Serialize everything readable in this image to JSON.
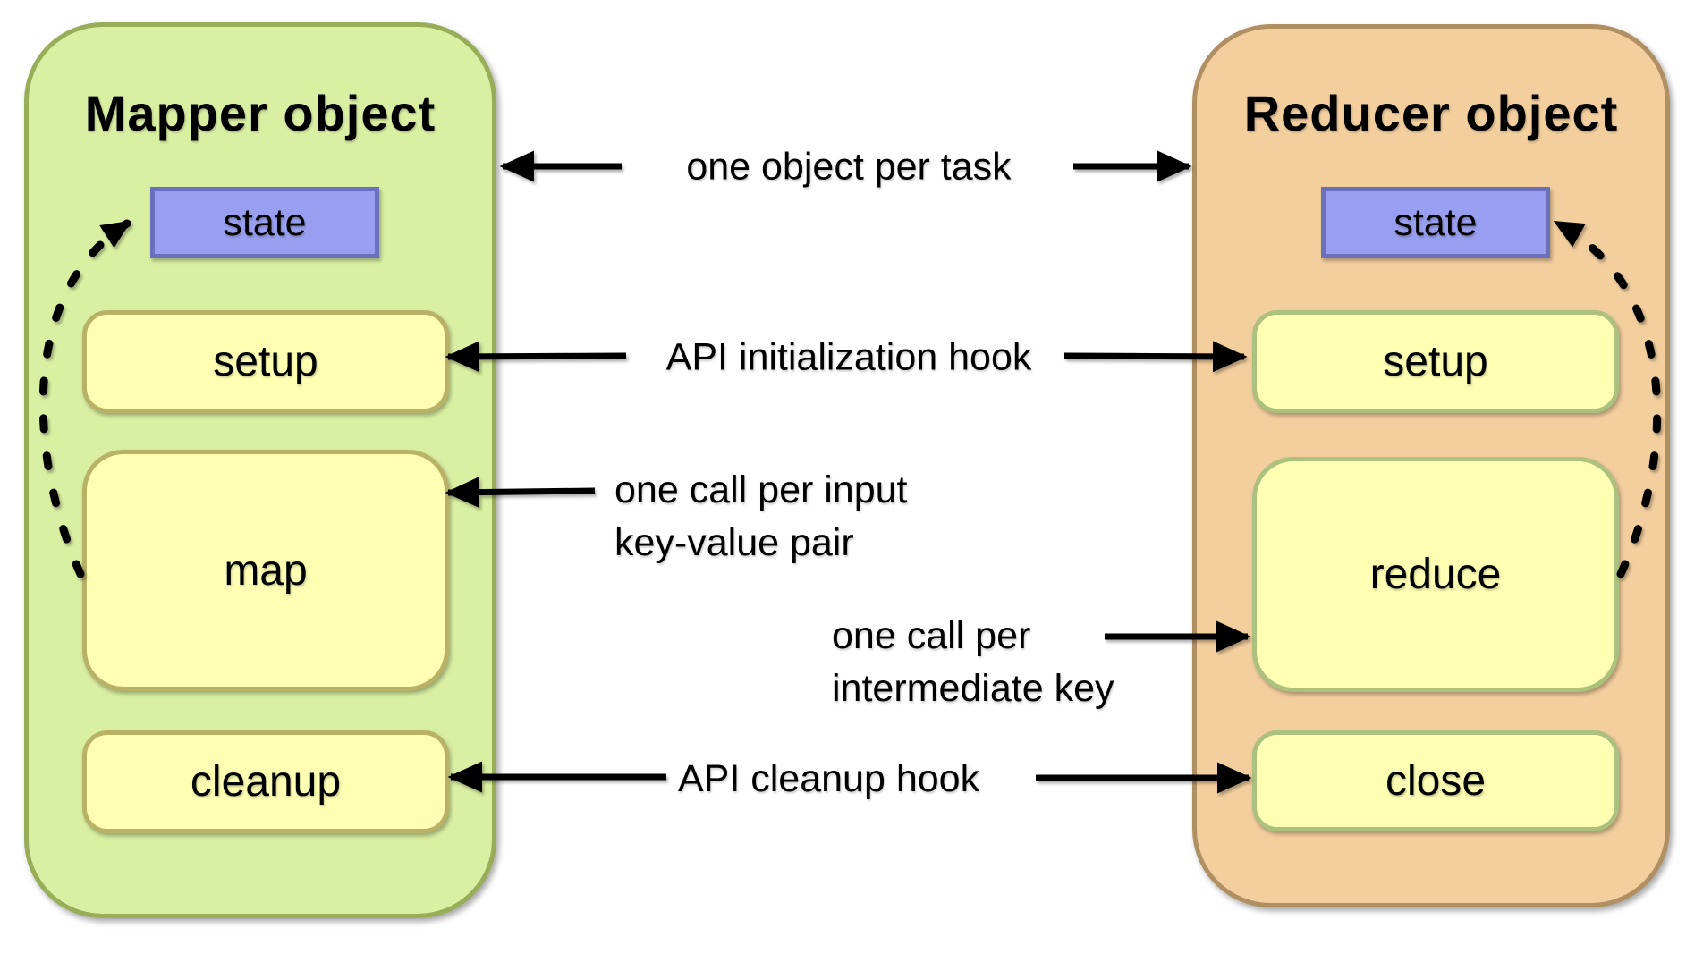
{
  "colors": {
    "background": "#ffffff",
    "mapper_fill": "#d9f0a3",
    "mapper_border": "#97ad58",
    "reducer_fill": "#f4cf9e",
    "reducer_border": "#b08f62",
    "state_fill": "#999ff0",
    "state_border": "#6a70bb",
    "hook_fill": "#ffffb3",
    "mapper_hook_border": "#b9b266",
    "reducer_hook_border": "#abc17d",
    "arrow": "#000000",
    "text": "#000000"
  },
  "mapper": {
    "title": "Mapper object",
    "state_label": "state",
    "hooks": [
      "setup",
      "map",
      "cleanup"
    ]
  },
  "reducer": {
    "title": "Reducer object",
    "state_label": "state",
    "hooks": [
      "setup",
      "reduce",
      "close"
    ]
  },
  "annotations": {
    "one_object_per_task": "one object per task",
    "api_initialization": "API initialization hook",
    "one_call_per_input": "one call per input\nkey-value pair",
    "one_call_per_intermediate": "one call per\nintermediate key",
    "api_cleanup": "API cleanup hook"
  }
}
